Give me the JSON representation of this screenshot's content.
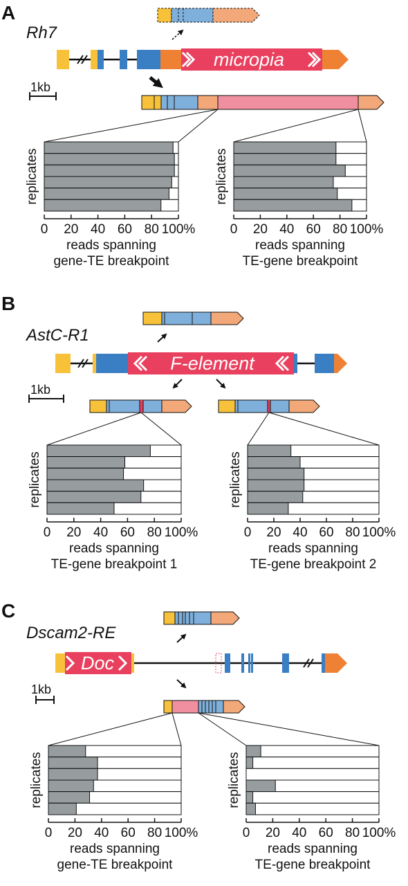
{
  "colors": {
    "utr5": "#f7c23a",
    "exon": "#3a7ec4",
    "exon_light": "#7fb0dc",
    "utr3": "#ee8133",
    "utr3_light": "#f2a878",
    "te": "#e8405e",
    "te_light": "#f08fa0",
    "bar_fill": "#979d9f"
  },
  "scale_label": "1kb",
  "axis": {
    "ylabel": "replicates",
    "ticks": [
      "0",
      "20",
      "40",
      "60",
      "80",
      "100%"
    ]
  },
  "panels": [
    {
      "letter": "A",
      "gene": "Rh7",
      "te": "micropia",
      "charts": [
        {
          "xlabel1": "reads spanning",
          "xlabel2": "gene-TE breakpoint"
        },
        {
          "xlabel1": "reads spanning",
          "xlabel2": "TE-gene breakpoint"
        }
      ]
    },
    {
      "letter": "B",
      "gene": "AstC-R1",
      "te": "F-element",
      "charts": [
        {
          "xlabel1": "reads spanning",
          "xlabel2": "TE-gene breakpoint 1"
        },
        {
          "xlabel1": "reads spanning",
          "xlabel2": "TE-gene breakpoint 2"
        }
      ]
    },
    {
      "letter": "C",
      "gene": "Dscam2-RE",
      "te": "Doc",
      "charts": [
        {
          "xlabel1": "reads spanning",
          "xlabel2": "gene-TE breakpoint"
        },
        {
          "xlabel1": "reads spanning",
          "xlabel2": "TE-gene breakpoint"
        }
      ]
    }
  ],
  "chart_data": [
    {
      "type": "bar",
      "title": "",
      "xlabel": "reads spanning gene-TE breakpoint",
      "ylabel": "replicates",
      "xlim": [
        0,
        100
      ],
      "values": [
        96,
        97,
        97,
        95,
        93,
        87
      ]
    },
    {
      "type": "bar",
      "title": "",
      "xlabel": "reads spanning TE-gene breakpoint",
      "ylabel": "replicates",
      "xlim": [
        0,
        100
      ],
      "values": [
        77,
        77,
        84,
        75,
        78,
        89
      ]
    },
    {
      "type": "bar",
      "title": "",
      "xlabel": "reads spanning TE-gene breakpoint 1",
      "ylabel": "replicates",
      "xlim": [
        0,
        100
      ],
      "values": [
        77,
        58,
        57,
        72,
        70,
        50
      ]
    },
    {
      "type": "bar",
      "title": "",
      "xlabel": "reads spanning TE-gene breakpoint 2",
      "ylabel": "replicates",
      "xlim": [
        0,
        100
      ],
      "values": [
        33,
        40,
        43,
        43,
        42,
        31
      ]
    },
    {
      "type": "bar",
      "title": "",
      "xlabel": "reads spanning gene-TE breakpoint",
      "ylabel": "replicates",
      "xlim": [
        0,
        100
      ],
      "values": [
        28,
        37,
        37,
        34,
        31,
        21
      ]
    },
    {
      "type": "bar",
      "title": "",
      "xlabel": "reads spanning TE-gene breakpoint",
      "ylabel": "replicates",
      "xlim": [
        0,
        100
      ],
      "values": [
        11,
        5,
        0,
        22,
        5,
        7
      ]
    }
  ]
}
